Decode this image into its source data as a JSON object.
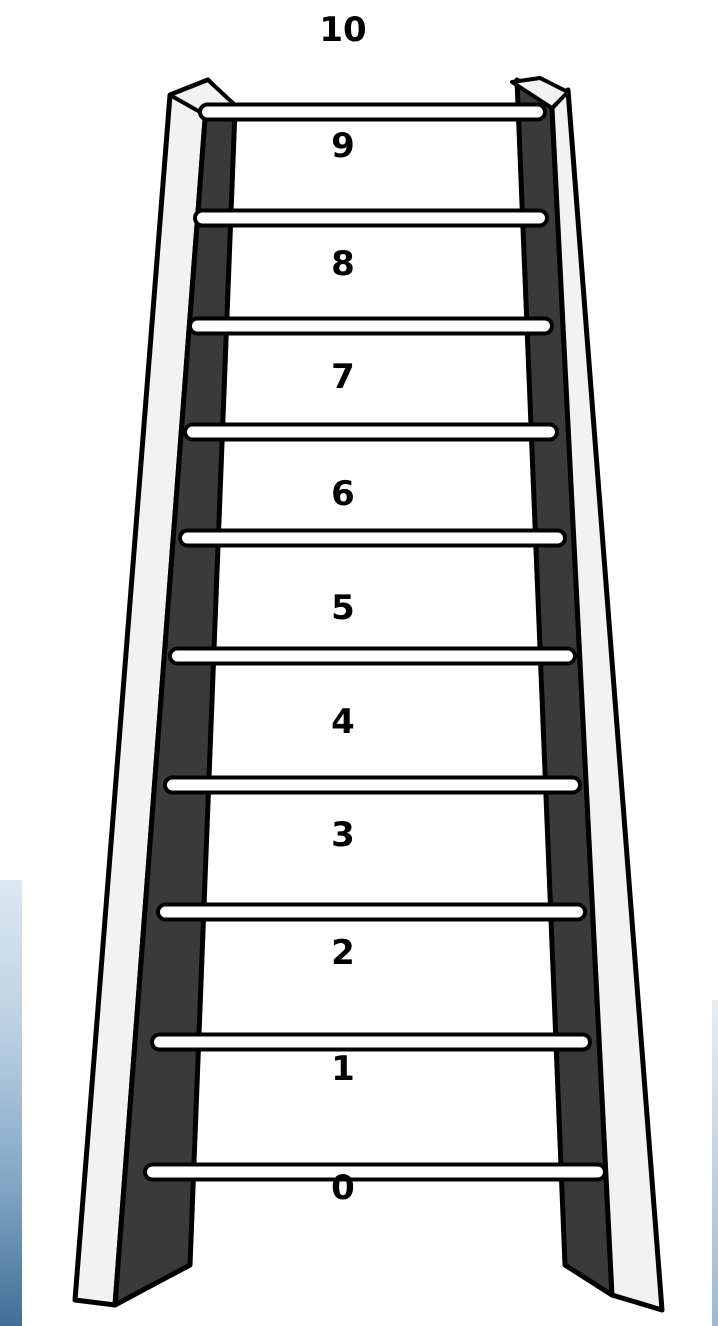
{
  "ladder": {
    "numbers": [
      "10",
      "9",
      "8",
      "7",
      "6",
      "5",
      "4",
      "3",
      "2",
      "1",
      "0"
    ],
    "rung_count": 10
  },
  "colors": {
    "rail_dark": "#3a3a3a",
    "rail_light": "#f2f2f2",
    "outline": "#000000",
    "rung_fill": "#ffffff",
    "number_color": "#000000",
    "background": "#ffffff",
    "edge_accent": "#3f6f98"
  }
}
